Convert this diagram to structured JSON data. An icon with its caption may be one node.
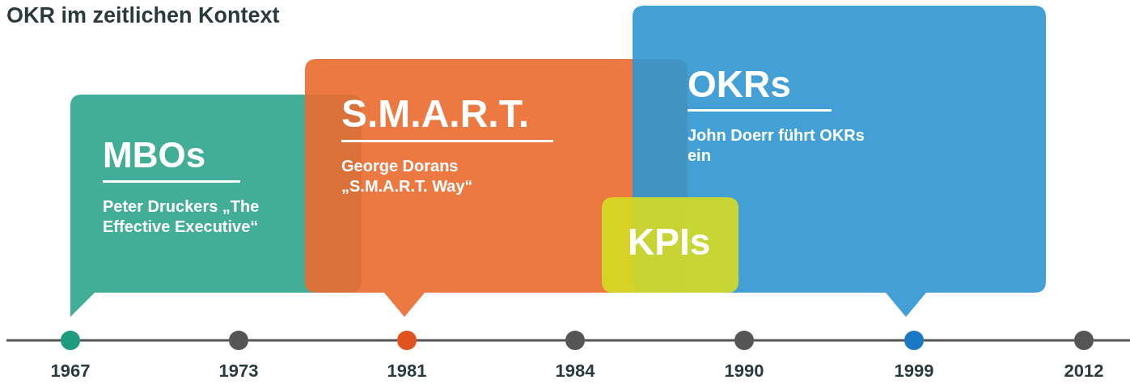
{
  "diagram": {
    "title": "OKR im zeitlichen Kontext",
    "nodes": [
      {
        "text": [
          "MBOs",
          "Peter Druckers „The Effective Executive“"
        ]
      },
      {
        "text": [
          "S.M.A.R.T.",
          "George Dorans „S.M.A.R.T. Way“"
        ]
      },
      {
        "text": [
          "OKRs",
          "John Doerr führt OKRs ein"
        ]
      },
      {
        "text": [
          "KPIs"
        ]
      },
      {
        "text": [],
        "shape": "circle",
        "beside": [
          "1967"
        ]
      },
      {
        "text": [],
        "shape": "circle",
        "beside": [
          "1973"
        ]
      },
      {
        "text": [],
        "shape": "circle",
        "beside": [
          "1981"
        ]
      },
      {
        "text": [],
        "shape": "circle",
        "beside": [
          "1984"
        ]
      },
      {
        "text": [],
        "shape": "circle",
        "beside": [
          "1990"
        ]
      },
      {
        "text": [],
        "shape": "circle",
        "beside": [
          "1999"
        ]
      },
      {
        "text": [],
        "shape": "circle",
        "beside": [
          "2012"
        ]
      }
    ],
    "edges": [
      {
        "from": 4,
        "to": 5,
        "arrow": "none"
      },
      {
        "from": 5,
        "to": 6,
        "arrow": "none"
      },
      {
        "from": 6,
        "to": 7,
        "arrow": "none"
      },
      {
        "from": 7,
        "to": 8,
        "arrow": "none"
      },
      {
        "from": 8,
        "to": 9,
        "arrow": "none"
      },
      {
        "from": 9,
        "to": 10,
        "arrow": "none"
      }
    ]
  }
}
